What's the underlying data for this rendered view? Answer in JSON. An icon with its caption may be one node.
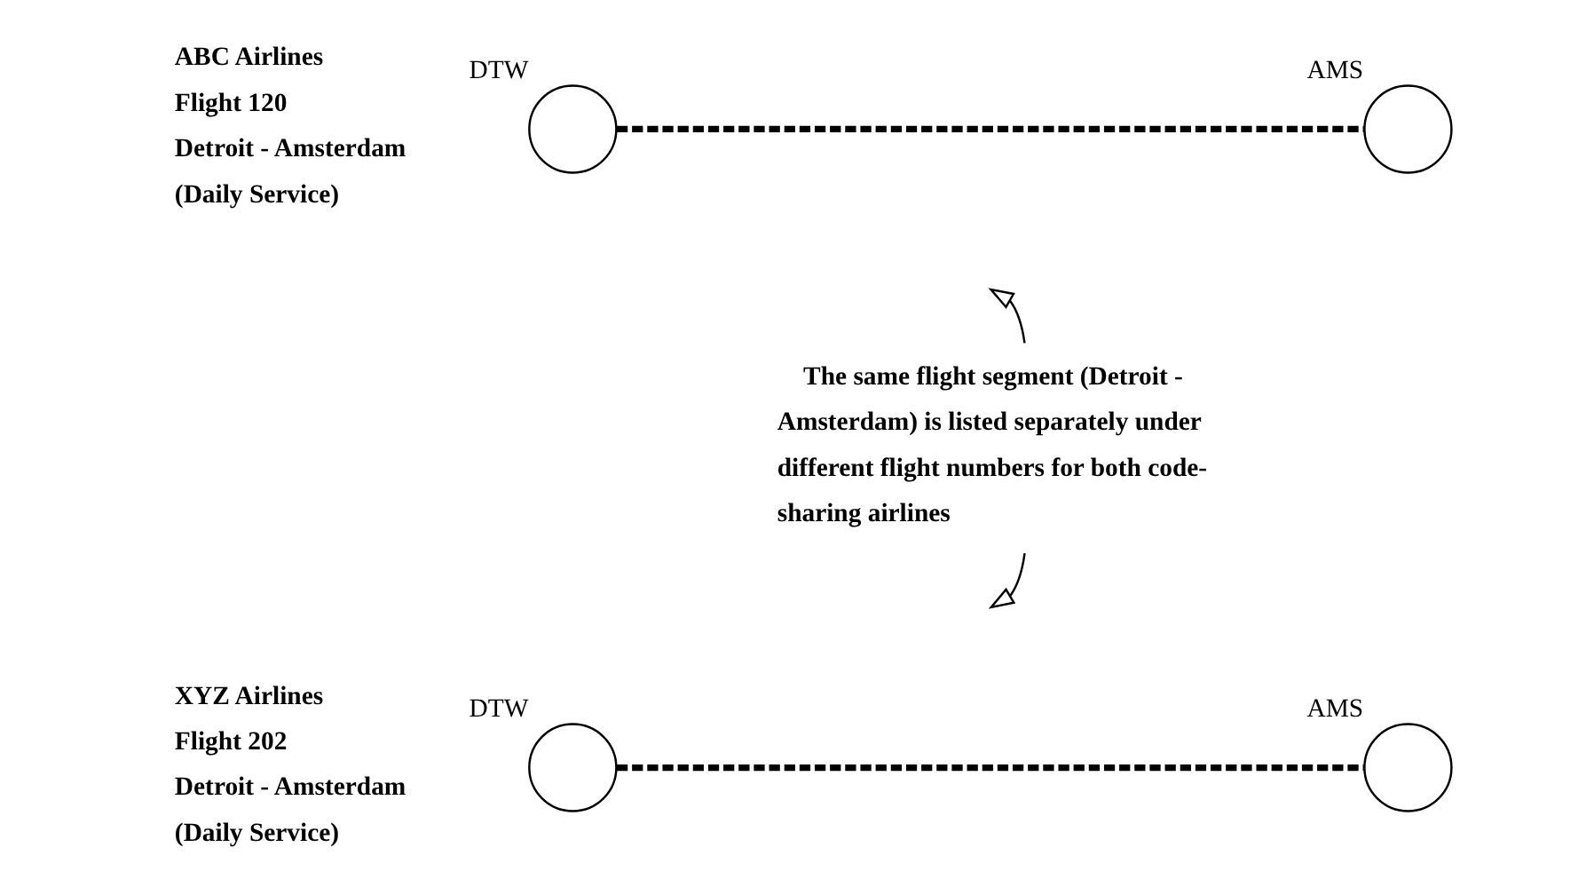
{
  "diagram": {
    "nodes": [
      {
        "text": [],
        "shape": "circle",
        "beside": [
          "DTW"
        ]
      },
      {
        "text": [],
        "shape": "circle",
        "beside": [
          "AMS"
        ]
      },
      {
        "text": [],
        "shape": "circle",
        "beside": [
          "DTW"
        ]
      },
      {
        "text": [],
        "shape": "circle",
        "beside": [
          "AMS"
        ]
      },
      {
        "text": [
          "The same flight segment (Detroit - Amsterdam) is listed separately under different flight numbers for both code-sharing airlines"
        ]
      }
    ],
    "edges": [
      {
        "from": 0,
        "to": 1,
        "arrow": "none",
        "style": "dashed"
      },
      {
        "from": 2,
        "to": 3,
        "arrow": "none",
        "style": "dashed"
      },
      {
        "from": 4,
        "to": null,
        "arrow": "to"
      },
      {
        "from": 4,
        "to": null,
        "arrow": "to"
      }
    ],
    "labels": [
      "ABC Airlines",
      "Flight 120",
      "Detroit - Amsterdam",
      "(Daily Service)",
      "XYZ Airlines",
      "Flight 202",
      "Detroit - Amsterdam",
      "(Daily Service)"
    ]
  }
}
